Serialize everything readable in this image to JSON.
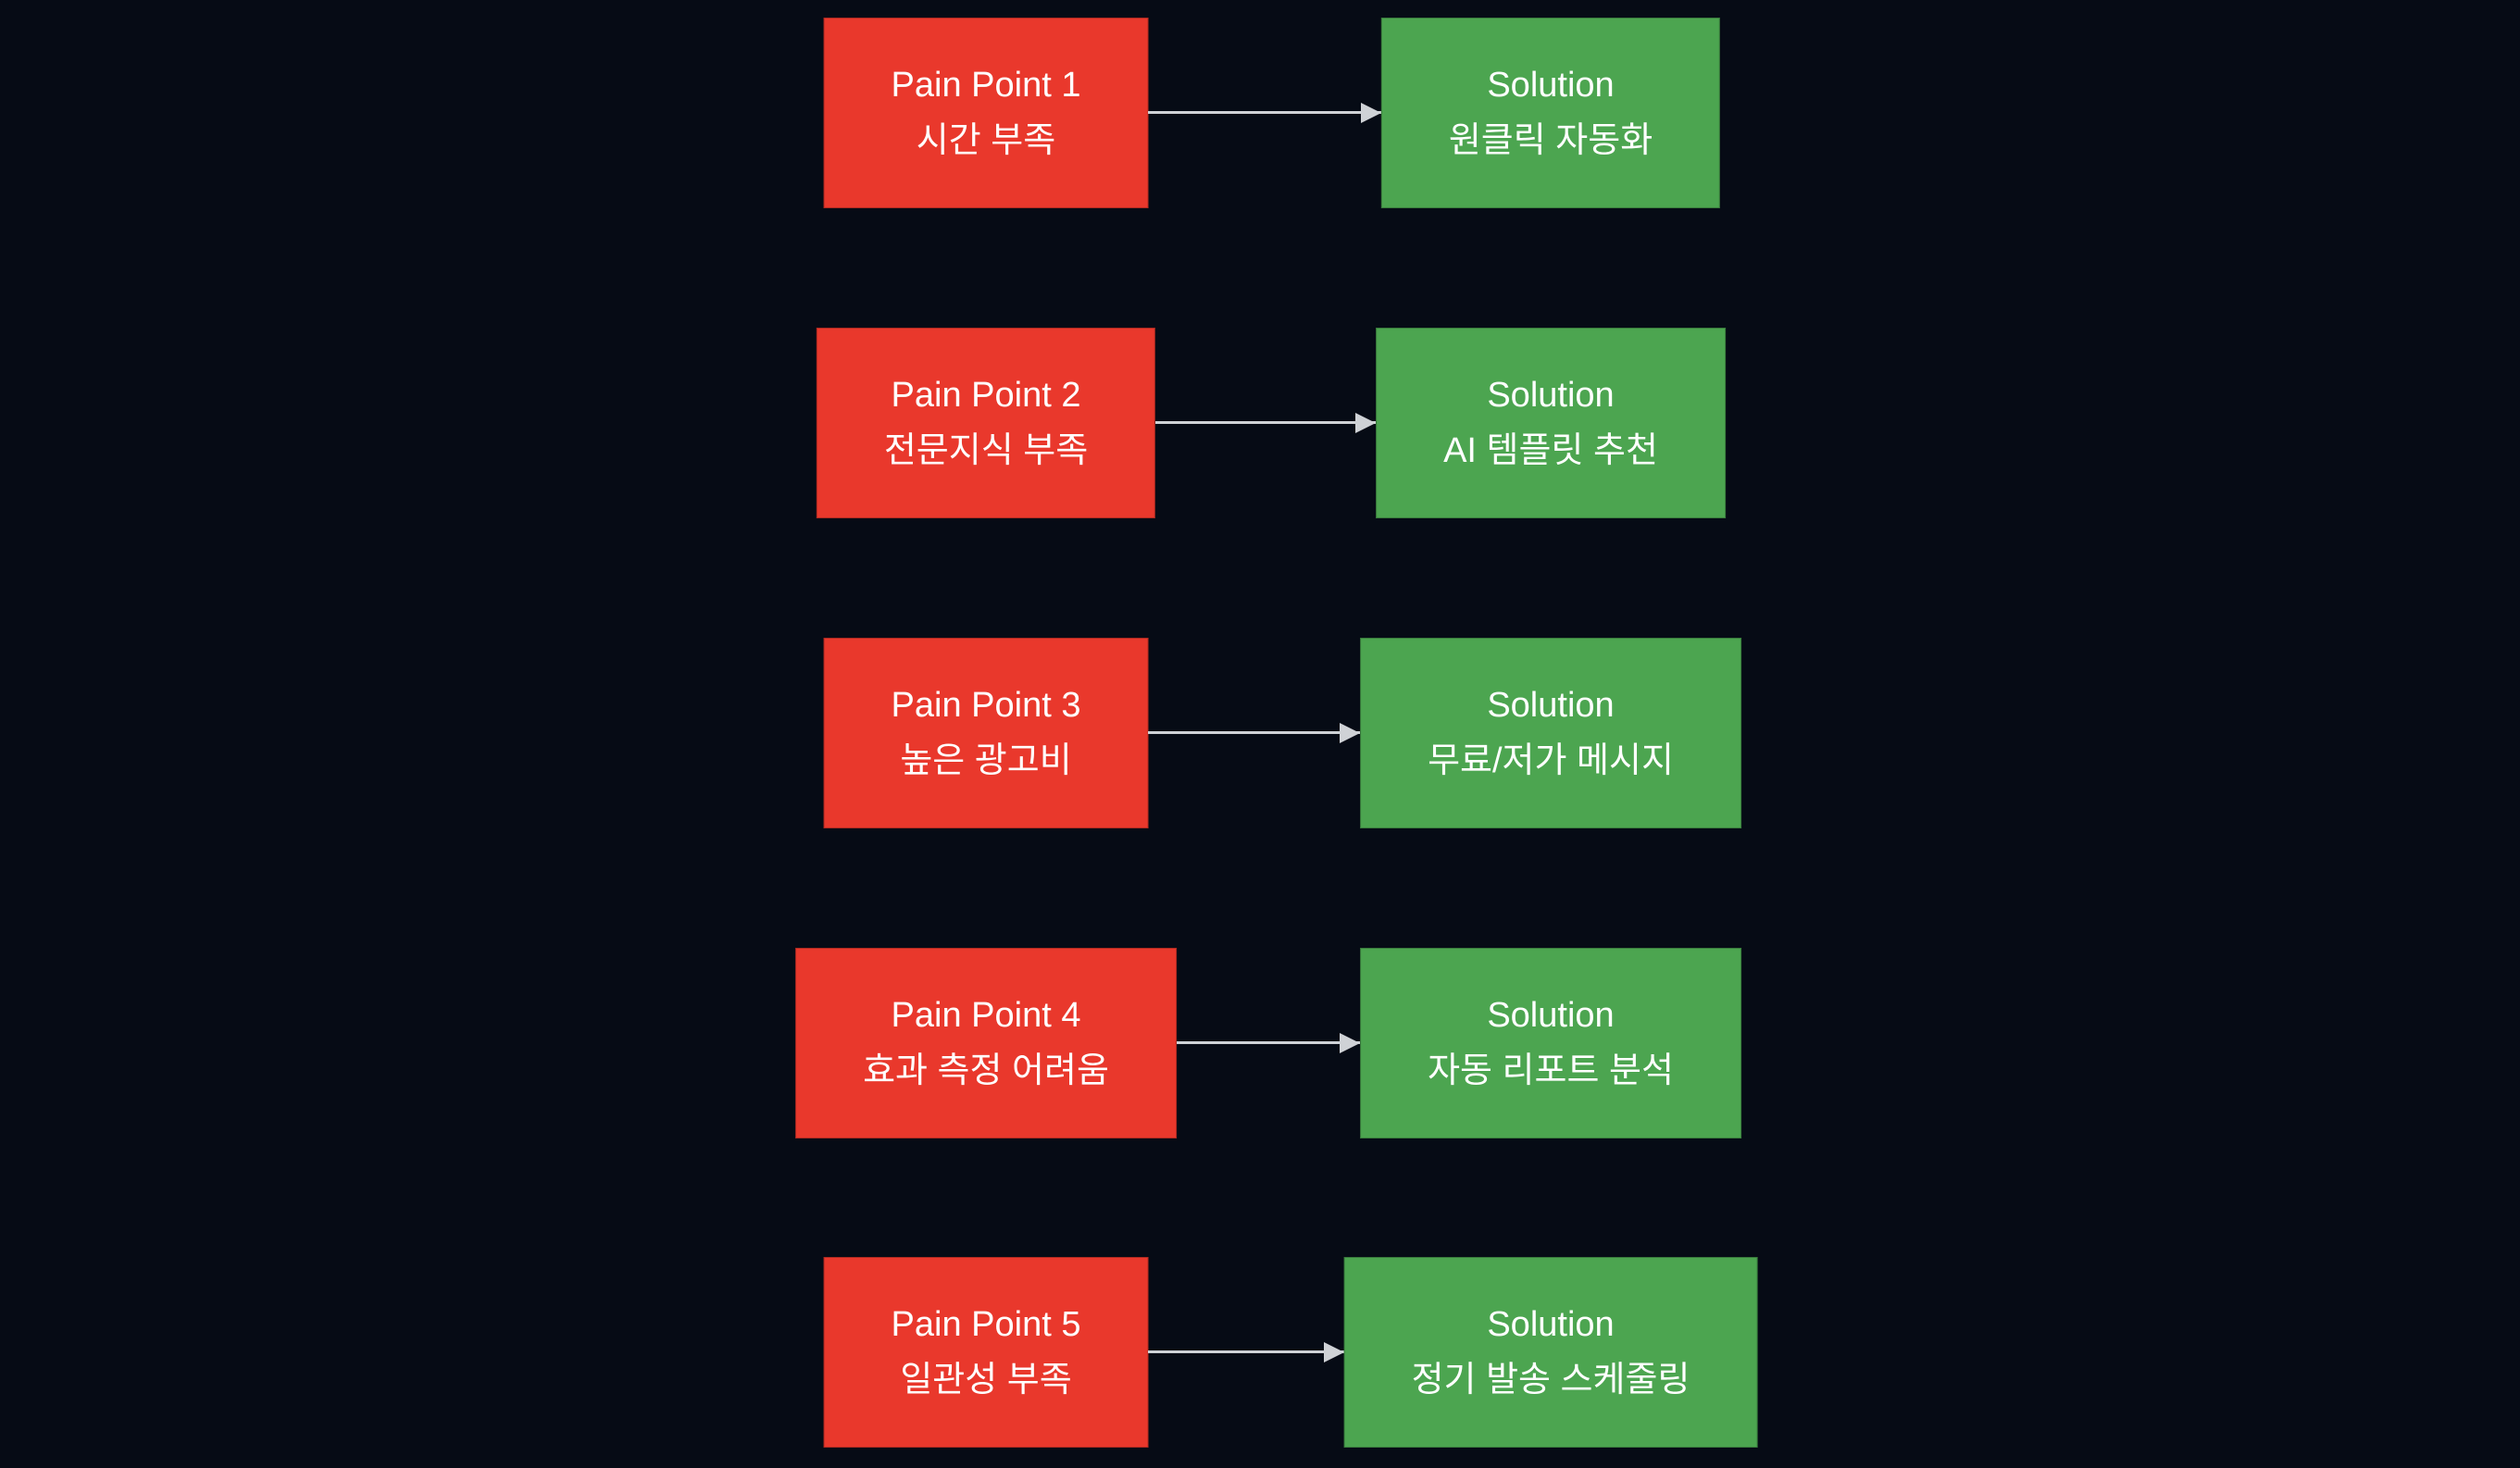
{
  "page": {
    "background": "#060b15"
  },
  "diagram": {
    "pain_color": "#e9382c",
    "solution_color": "#4ca550",
    "arrow_color": "#cfd2d6",
    "text_color": "#ffffff",
    "rows": [
      {
        "pain_title": "Pain Point 1",
        "pain_text": "시간 부족",
        "solution_title": "Solution",
        "solution_text": "원클릭 자동화"
      },
      {
        "pain_title": "Pain Point 2",
        "pain_text": "전문지식 부족",
        "solution_title": "Solution",
        "solution_text": "AI 템플릿 추천"
      },
      {
        "pain_title": "Pain Point 3",
        "pain_text": "높은 광고비",
        "solution_title": "Solution",
        "solution_text": "무료/저가 메시지"
      },
      {
        "pain_title": "Pain Point 4",
        "pain_text": "효과 측정 어려움",
        "solution_title": "Solution",
        "solution_text": "자동 리포트 분석"
      },
      {
        "pain_title": "Pain Point 5",
        "pain_text": "일관성 부족",
        "solution_title": "Solution",
        "solution_text": "정기 발송 스케줄링"
      }
    ]
  }
}
